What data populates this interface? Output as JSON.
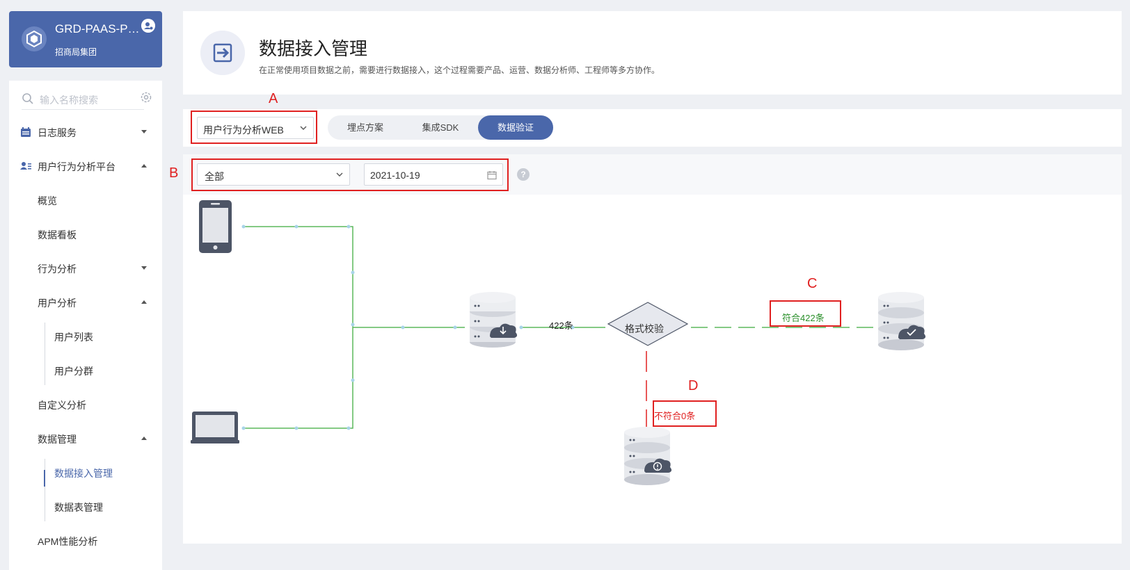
{
  "org": {
    "name": "GRD-PAAS-POC",
    "subtitle": "招商局集团"
  },
  "search": {
    "placeholder": "输入名称搜索"
  },
  "nav": {
    "log_service": "日志服务",
    "behavior_platform": "用户行为分析平台",
    "overview": "概览",
    "dashboard": "数据看板",
    "behavior_analysis": "行为分析",
    "user_analysis": "用户分析",
    "user_list": "用户列表",
    "user_group": "用户分群",
    "custom_analysis": "自定义分析",
    "data_management": "数据管理",
    "data_ingest": "数据接入管理",
    "table_management": "数据表管理",
    "apm": "APM性能分析"
  },
  "header": {
    "title": "数据接入管理",
    "description": "在正常使用项目数据之前，需要进行数据接入，这个过程需要产品、运营、数据分析师、工程师等多方协作。"
  },
  "app_select": {
    "value": "用户行为分析WEB"
  },
  "tabs": [
    "埋点方案",
    "集成SDK",
    "数据验证"
  ],
  "active_tab": "数据验证",
  "filters": {
    "type": "全部",
    "date": "2021-10-19",
    "help": "?"
  },
  "flow": {
    "count_label": "422条",
    "validate_label": "格式校验",
    "pass_label": "符合422条",
    "fail_label": "不符合0条"
  },
  "annotations": [
    "A",
    "B",
    "C",
    "D"
  ],
  "colors": {
    "brand": "#4a67aa",
    "line_green": "#5cb85c",
    "pass_green": "#2a8f2a",
    "fail_red": "#e02020"
  }
}
